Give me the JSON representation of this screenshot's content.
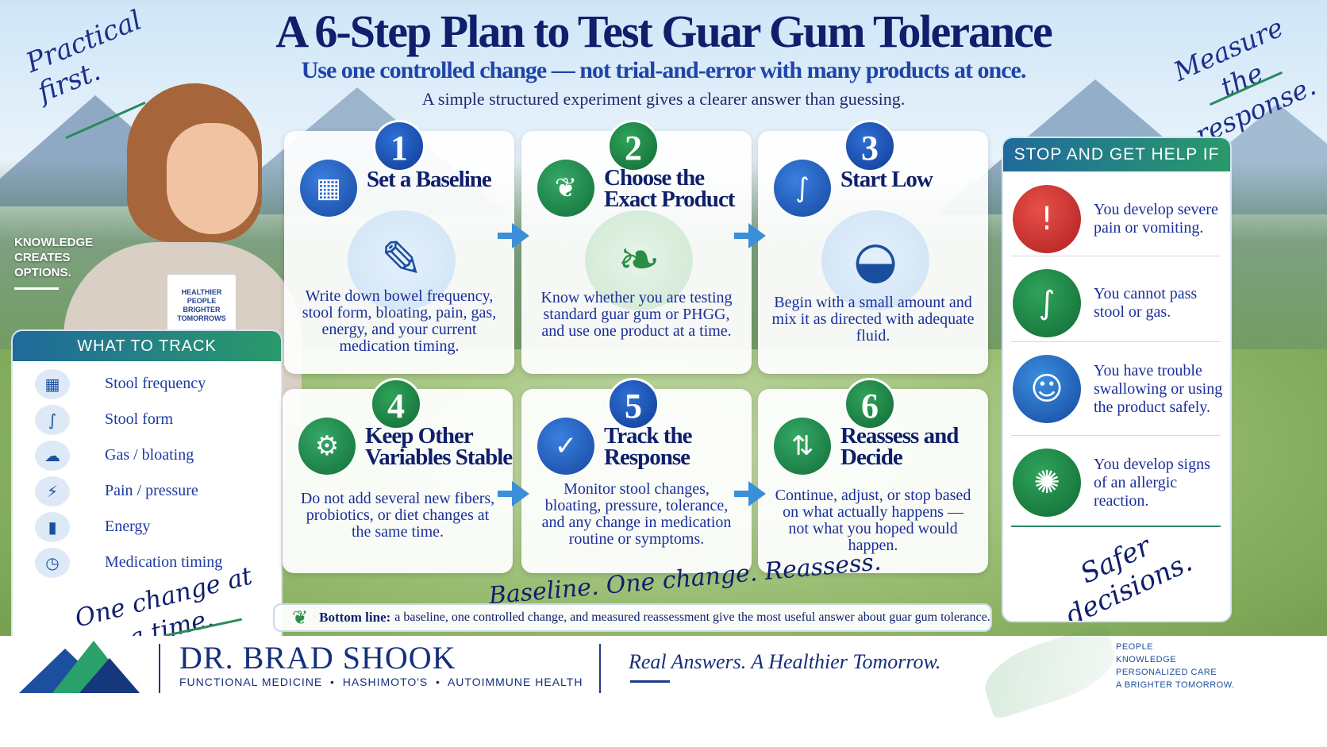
{
  "header": {
    "title": "A 6-Step Plan to Test Guar Gum Tolerance",
    "subtitle": "Use one controlled change — not trial-and-error with many products at once.",
    "tagline": "A simple structured experiment gives a clearer answer than guessing."
  },
  "scripts": {
    "top_left": "Practical first.",
    "top_right": "Measure the response.",
    "track_bottom": "One change at a time.",
    "center_bottom": "Baseline. One change. Reassess.",
    "stop_bottom": "Safer decisions."
  },
  "photo": {
    "caption": "KNOWLEDGE CREATES OPTIONS.",
    "mug_text": [
      "HEALTHIER",
      "PEOPLE",
      "BRIGHTER",
      "TOMORROWS"
    ]
  },
  "track": {
    "title": "WHAT TO TRACK",
    "items": [
      {
        "icon": "calendar-icon",
        "glyph": "▦",
        "label": "Stool frequency"
      },
      {
        "icon": "intestine-icon",
        "glyph": "∫",
        "label": "Stool form"
      },
      {
        "icon": "cloud-icon",
        "glyph": "☁",
        "label": "Gas / bloating"
      },
      {
        "icon": "lightning-icon",
        "glyph": "⚡",
        "label": "Pain / pressure"
      },
      {
        "icon": "bar-chart-icon",
        "glyph": "▮",
        "label": "Energy"
      },
      {
        "icon": "clock-icon",
        "glyph": "◷",
        "label": "Medication timing"
      }
    ]
  },
  "steps": [
    {
      "number": "1",
      "title": "Set a Baseline",
      "icon": "calendar-icon",
      "glyph": "▦",
      "art": "✎",
      "text": "Write down bowel frequency, stool form, bloating, pain, gas, energy, and your current medication timing.",
      "color": "blue"
    },
    {
      "number": "2",
      "title": "Choose the Exact Product",
      "icon": "leaf-icon",
      "glyph": "❦",
      "art": "❧",
      "text": "Know whether you are testing standard guar gum or PHGG, and use one product at a time.",
      "color": "green"
    },
    {
      "number": "3",
      "title": "Start Low",
      "icon": "intestine-icon",
      "glyph": "∫",
      "art": "◒",
      "text": "Begin with a small amount and mix it as directed with adequate fluid.",
      "color": "blue"
    },
    {
      "number": "4",
      "title": "Keep Other Variables Stable",
      "icon": "gears-icon",
      "glyph": "⚙",
      "text": "Do not add several new fibers, probiotics, or diet changes at the same time.",
      "color": "green"
    },
    {
      "number": "5",
      "title": "Track the Response",
      "icon": "clipboard-chart-icon",
      "glyph": "✓",
      "text": "Monitor stool changes, bloating, pressure, tolerance, and any change in medication routine or symptoms.",
      "color": "blue"
    },
    {
      "number": "6",
      "title": "Reassess and Decide",
      "icon": "split-arrows-icon",
      "glyph": "⇅",
      "text": "Continue, adjust, or stop based on what actually happens — not what you hoped would happen.",
      "color": "green"
    }
  ],
  "stop": {
    "title": "STOP AND GET HELP IF",
    "items": [
      {
        "icon": "warning-icon",
        "glyph": "!",
        "text": "You develop severe pain or vomiting.",
        "color": "red"
      },
      {
        "icon": "intestine-icon",
        "glyph": "∫",
        "text": "You cannot pass stool or gas.",
        "color": "green"
      },
      {
        "icon": "throat-icon",
        "glyph": "☺",
        "text": "You have trouble swallowing or using the product safely.",
        "color": "blue"
      },
      {
        "icon": "allergen-icon",
        "glyph": "✺",
        "text": "You develop signs of an allergic reaction.",
        "color": "green"
      }
    ]
  },
  "bottom_line": {
    "label": "Bottom line:",
    "text": "a baseline, one controlled change, and measured reassessment give the most useful answer about guar gum tolerance."
  },
  "footer": {
    "name": "DR. BRAD SHOOK",
    "specialties": "FUNCTIONAL MEDICINE  •  HASHIMOTO'S  •  AUTOIMMUNE HEALTH",
    "tagline": "Real Answers. A Healthier Tomorrow.",
    "values": [
      "PEOPLE",
      "KNOWLEDGE",
      "PERSONALIZED CARE",
      "A BRIGHTER TOMORROW."
    ]
  }
}
